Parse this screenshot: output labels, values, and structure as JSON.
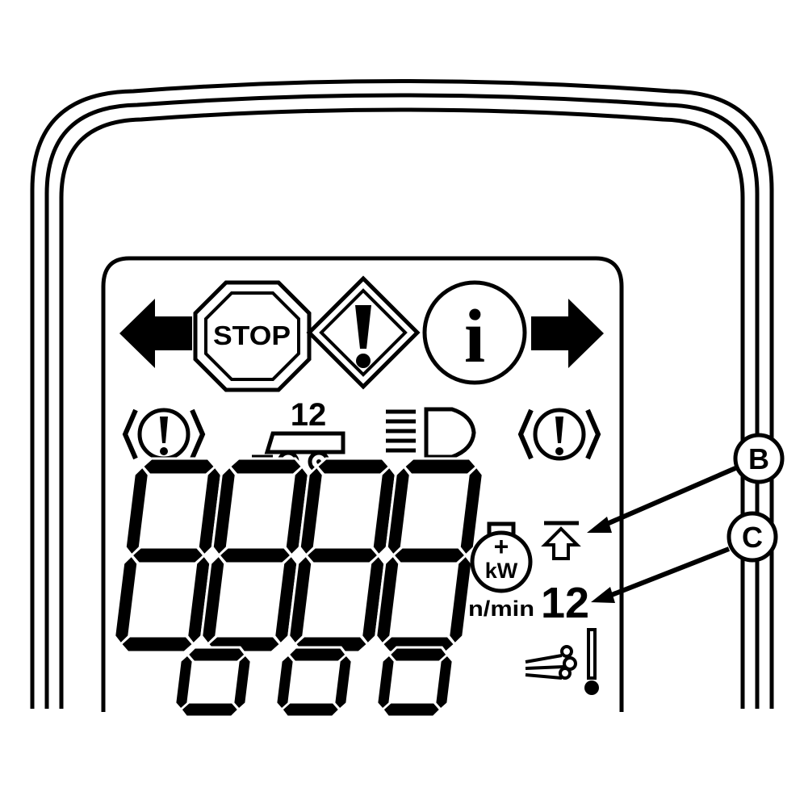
{
  "display": {
    "stop_label": "STOP",
    "info_label": "i",
    "trailer_number": "12",
    "kw_label": "kW",
    "kw_plus": "+",
    "rpm_unit": "n/min",
    "shift_number": "12"
  },
  "callouts": {
    "b": "B",
    "c": "C"
  },
  "icons": {
    "left_arrow": "left-arrow-icon",
    "stop": "stop-sign-icon",
    "warning": "warning-diamond-icon",
    "info": "info-icon",
    "right_arrow": "right-arrow-icon",
    "brake_left": "brake-warning-icon",
    "trailer": "trailer-icon",
    "headlight": "headlight-icon",
    "brake_right": "brake-warning-icon",
    "engine_power": "engine-power-icon",
    "upshift": "upshift-icon",
    "exhaust_temp": "exhaust-temperature-icon"
  }
}
